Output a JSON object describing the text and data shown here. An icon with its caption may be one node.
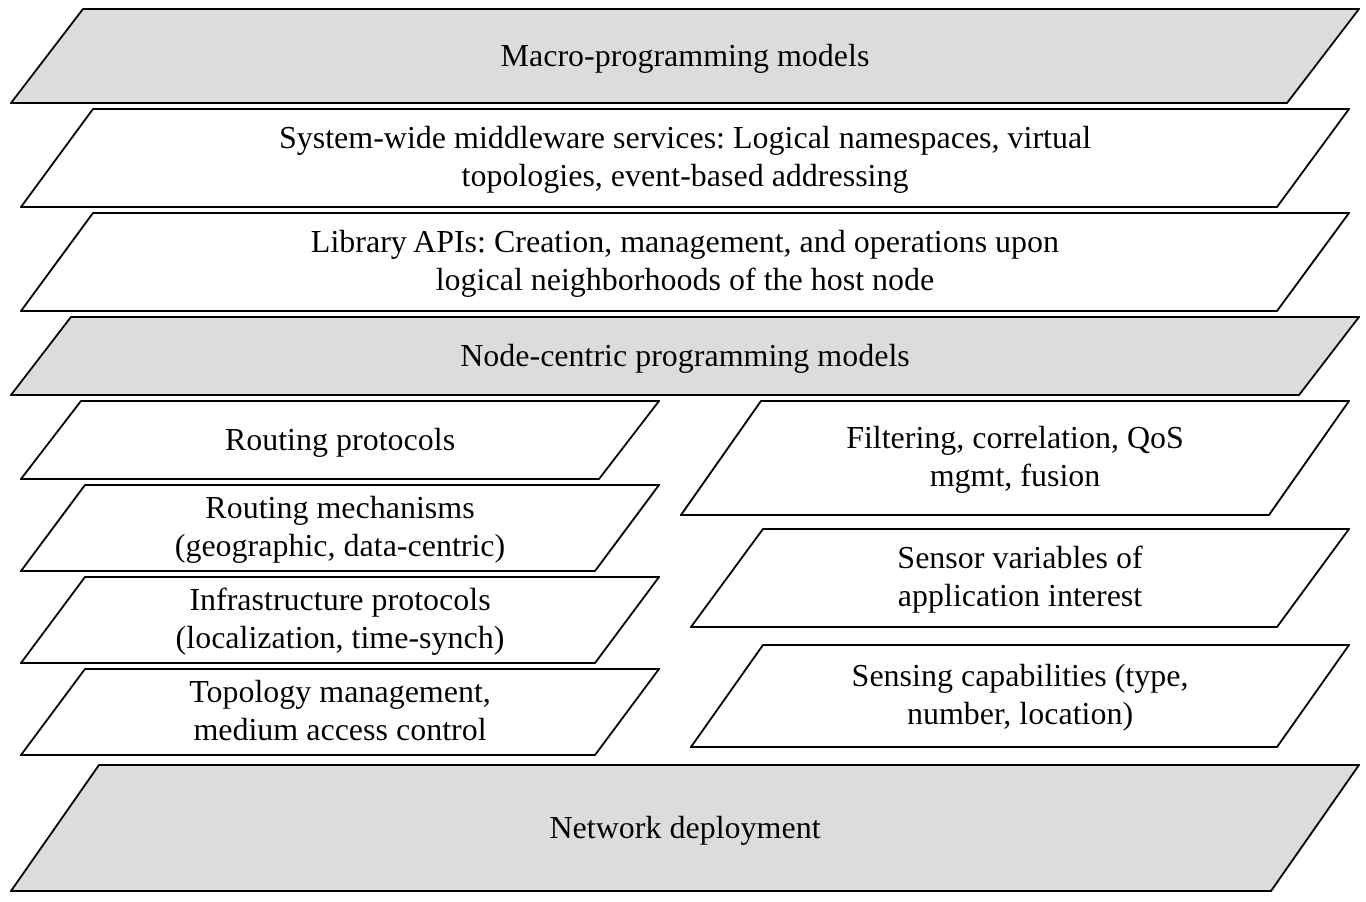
{
  "diagram": {
    "nodes": [
      {
        "text": [
          "Macro-programming models"
        ]
      },
      {
        "text": [
          "System-wide middleware services: Logical namespaces, virtual topologies, event-based addressing"
        ]
      },
      {
        "text": [
          "Library APIs: Creation, management, and operations upon logical neighborhoods of the host node"
        ]
      },
      {
        "text": [
          "Node-centric programming models"
        ]
      },
      {
        "text": [
          "Routing protocols"
        ]
      },
      {
        "text": [
          "Filtering, correlation, QoS mgmt, fusion"
        ]
      },
      {
        "text": [
          "Routing mechanisms (geographic, data-centric)"
        ]
      },
      {
        "text": [
          "Sensor variables of application interest"
        ]
      },
      {
        "text": [
          "Infrastructure protocols (localization, time-synch)"
        ]
      },
      {
        "text": [
          "Sensing capabilities (type, number, location)"
        ]
      },
      {
        "text": [
          "Topology management, medium access control"
        ]
      },
      {
        "text": [
          "Network deployment"
        ]
      }
    ],
    "edges": []
  }
}
